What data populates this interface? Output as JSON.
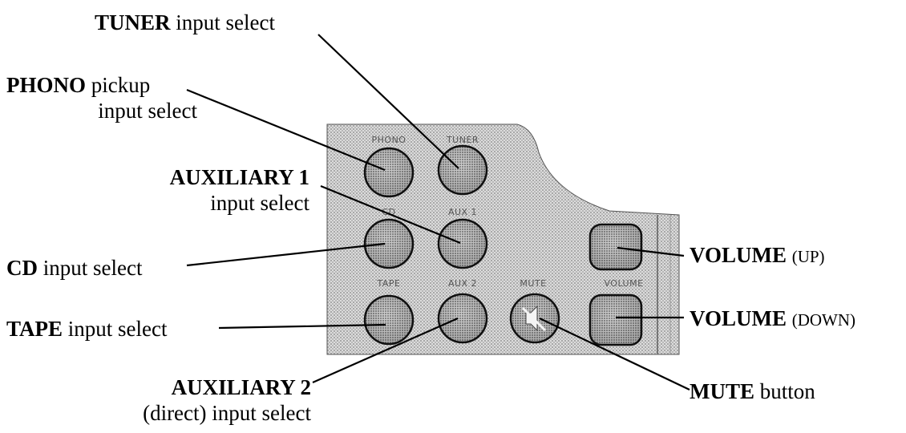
{
  "panel_buttons": {
    "phono": "PHONO",
    "tuner": "TUNER",
    "cd": "CD",
    "aux1": "AUX 1",
    "tape": "TAPE",
    "aux2": "AUX 2",
    "mute": "MUTE",
    "volume": "VOLUME"
  },
  "callouts": {
    "tuner": {
      "bold": "TUNER",
      "rest": " input select"
    },
    "phono": {
      "bold": "PHONO",
      "rest": " pickup",
      "line2": "input select"
    },
    "aux1": {
      "bold": "AUXILIARY 1",
      "line2": "input select"
    },
    "cd": {
      "bold": "CD",
      "rest": " input select"
    },
    "tape": {
      "bold": "TAPE",
      "rest": " input select"
    },
    "aux2": {
      "bold": "AUXILIARY 2",
      "line2": "(direct) input select"
    },
    "volume_up": {
      "bold": "VOLUME",
      "paren": "(UP)"
    },
    "volume_down": {
      "bold": "VOLUME",
      "paren": "(DOWN)"
    },
    "mute": {
      "bold": "MUTE",
      "rest": " button"
    }
  }
}
